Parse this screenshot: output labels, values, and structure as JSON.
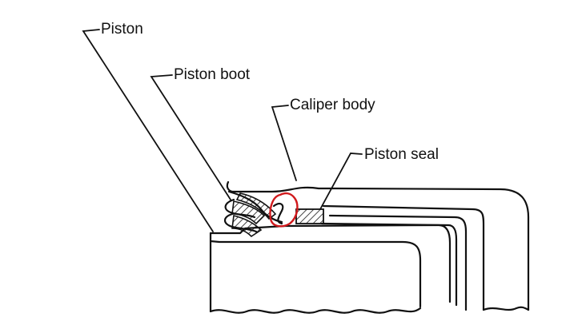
{
  "labels": {
    "piston": "Piston",
    "piston_boot": "Piston boot",
    "caliper_body": "Caliper body",
    "piston_seal": "Piston seal"
  },
  "colors": {
    "ink": "#111111",
    "highlight": "#d0191c",
    "background": "#ffffff"
  }
}
